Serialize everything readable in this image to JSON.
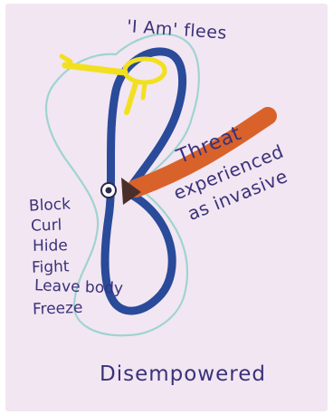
{
  "labels": {
    "title": "'I Am' flees",
    "threat_line_1": "Threat",
    "threat_line_2": "experienced",
    "threat_line_3": "as invasive",
    "status": "Disempowered"
  },
  "responses": [
    "Block",
    "Curl",
    "Hide",
    "Fight",
    "Leave body",
    "Freeze"
  ],
  "colors": {
    "ink": "#3a327a",
    "loop": "#2a4a9a",
    "outline": "#9fd4d0",
    "threat_arrow": "#d9622b",
    "self_symbol": "#f2e020",
    "background": "#f2e6f2"
  },
  "icons": {
    "self": "yellow-ankh-figure",
    "center": "eye-icon",
    "threat": "orange-stroke"
  }
}
